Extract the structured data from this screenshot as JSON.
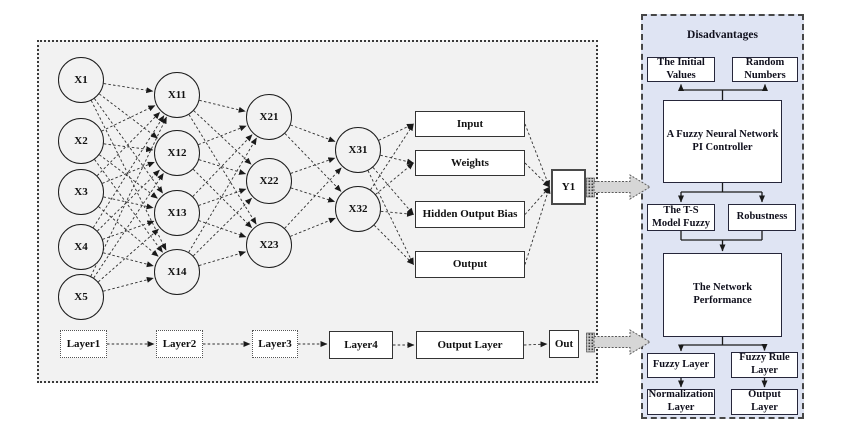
{
  "network": {
    "input_layer": [
      {
        "label": "X1"
      },
      {
        "label": "X2"
      },
      {
        "label": "X3"
      },
      {
        "label": "X4"
      },
      {
        "label": "X5"
      }
    ],
    "hidden_layer1": [
      {
        "label": "X11"
      },
      {
        "label": "X12"
      },
      {
        "label": "X13"
      },
      {
        "label": "X14"
      }
    ],
    "hidden_layer2": [
      {
        "label": "X21"
      },
      {
        "label": "X22"
      },
      {
        "label": "X23"
      }
    ],
    "hidden_layer3": [
      {
        "label": "X31"
      },
      {
        "label": "X32"
      }
    ],
    "component_boxes": [
      {
        "label": "Input"
      },
      {
        "label": "Weights"
      },
      {
        "label": "Hidden Output Bias"
      },
      {
        "label": "Output"
      }
    ],
    "output_node": {
      "label": "Y1"
    },
    "flow_boxes": [
      {
        "label": "Layer1"
      },
      {
        "label": "Layer2"
      },
      {
        "label": "Layer3"
      },
      {
        "label": "Layer4"
      },
      {
        "label": "Output Layer"
      },
      {
        "label": "Out"
      }
    ]
  },
  "panel": {
    "title": "Disadvantages",
    "initial_values": {
      "label": "The Initial Values"
    },
    "random_numbers": {
      "label": "Random Numbers"
    },
    "controller": {
      "label": "A Fuzzy Neural Network PI Controller"
    },
    "ts_model": {
      "label": "The T-S Model Fuzzy"
    },
    "robustness": {
      "label": "Robustness"
    },
    "network_performance": {
      "label": "The Network Performance"
    },
    "fuzzy_layer": {
      "label": "Fuzzy Layer"
    },
    "fuzzy_rule_layer": {
      "label": "Fuzzy Rule Layer"
    },
    "normalization_layer": {
      "label": "Normalization Layer"
    },
    "output_layer": {
      "label": "Output Layer"
    }
  },
  "colors": {
    "main_bg": "#f2f2f2",
    "panel_bg": "#dfe4f3",
    "box_bg": "#ffffff",
    "line": "#2e2e2e",
    "block_arrow_fill": "#d6d6d6"
  }
}
